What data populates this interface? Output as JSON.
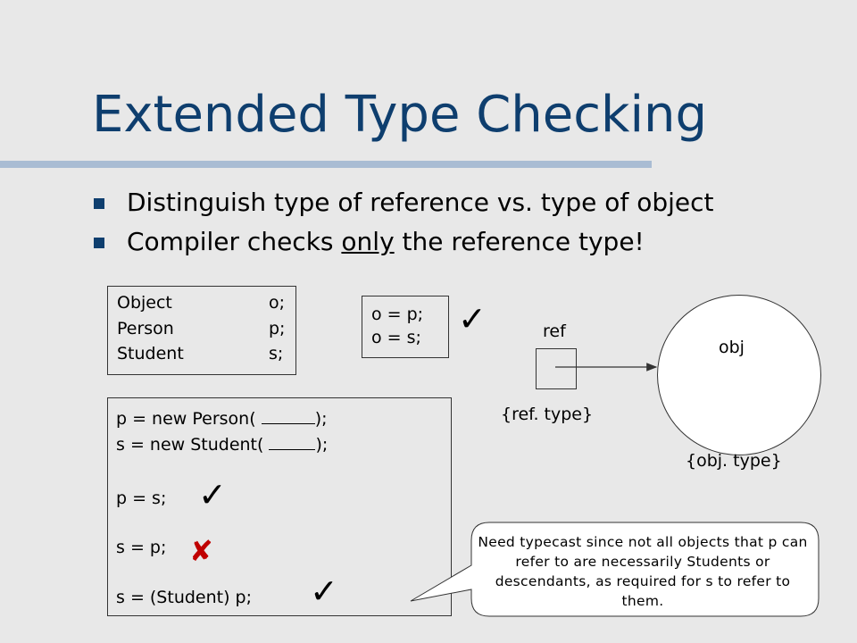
{
  "title": "Extended Type Checking",
  "bullets": [
    {
      "text": "Distinguish type of reference vs. type of object"
    },
    {
      "pre": "Compiler checks ",
      "emph": "only",
      "post": " the reference type!"
    }
  ],
  "declarations": [
    {
      "type": "Object",
      "var": "o;"
    },
    {
      "type": "Person",
      "var": "p;"
    },
    {
      "type": "Student",
      "var": "s;"
    }
  ],
  "assignments": [
    "o = p;",
    "o = s;"
  ],
  "program": {
    "line1_pre": "p = new Person(",
    "line1_post": ");",
    "line2_pre": "s = new Student(",
    "line2_post": ");",
    "line3": "p = s;",
    "line4": "s = p;",
    "line5": "s = (Student) p;"
  },
  "diagram": {
    "ref_label": "ref",
    "ref_type": "{ref. type}",
    "obj_label": "obj",
    "obj_type": "{obj. type}"
  },
  "callout": "Need typecast since not all objects that p can refer to are necessarily Students or descendants, as required for s to refer to them.",
  "marks": {
    "check": "✓",
    "cross": "✘"
  },
  "colors": {
    "title": "#0e3e6e",
    "rule": "#a9bcd3",
    "background": "#e8e8e8",
    "bullet": "#0e3e6e"
  }
}
